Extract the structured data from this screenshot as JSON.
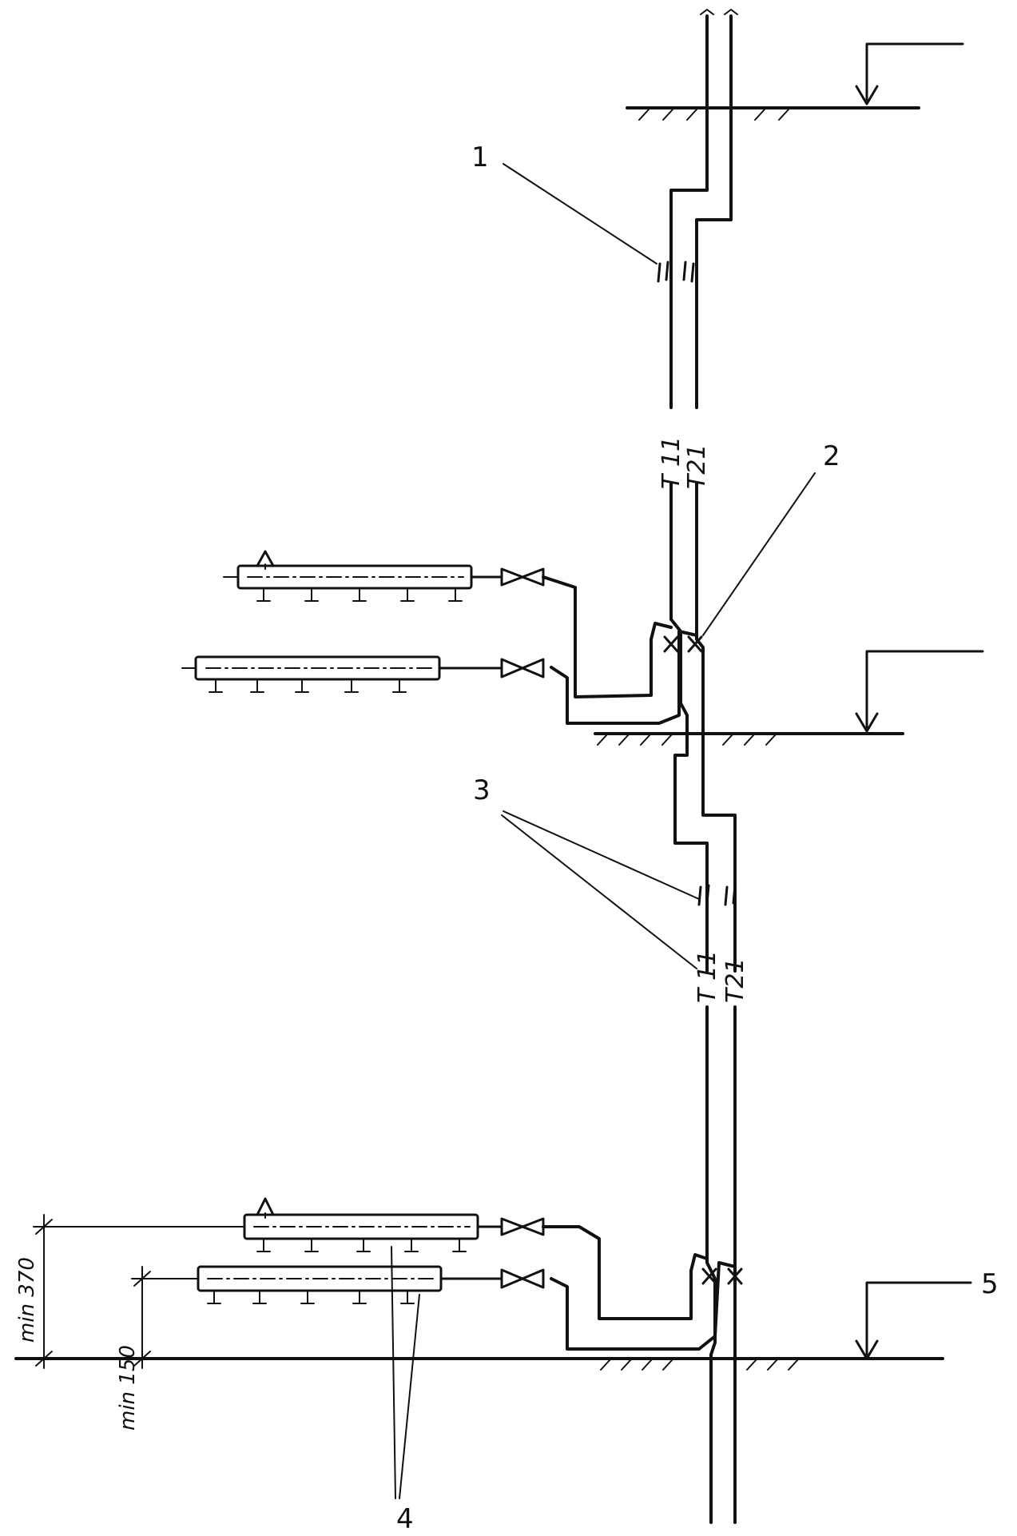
{
  "callouts": {
    "c1": "1",
    "c2": "2",
    "c3": "3",
    "c4": "4",
    "c5": "5"
  },
  "pipes": {
    "upper_supply": "T 11",
    "upper_return": "T21",
    "lower_supply": "T 11",
    "lower_return": "T21"
  },
  "dimensions": {
    "d370": "min 370",
    "d150": "min 150"
  },
  "colors": {
    "ink": "#111111",
    "paper": "#ffffff"
  }
}
